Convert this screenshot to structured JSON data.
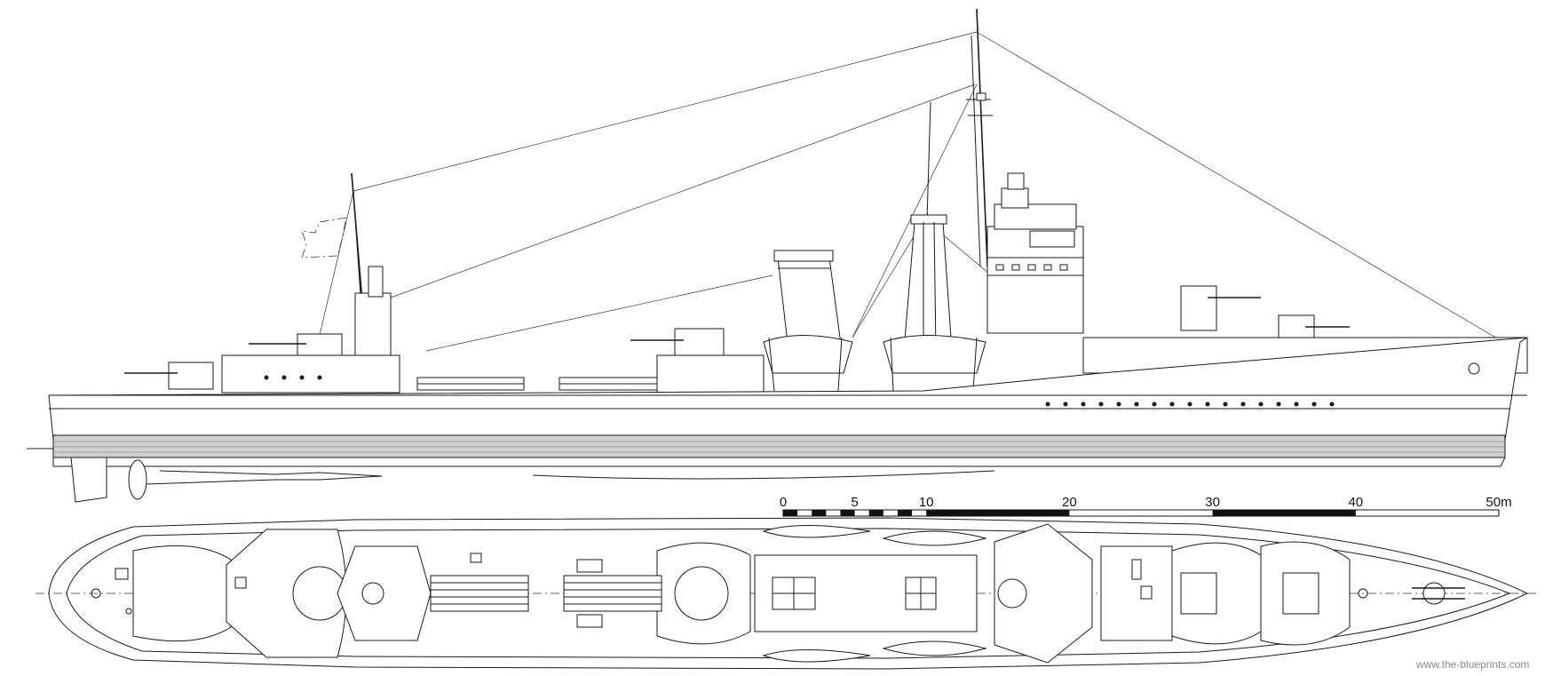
{
  "scale_bar": {
    "ticks": [
      {
        "value": 0,
        "label": "0"
      },
      {
        "value": 5,
        "label": "5"
      },
      {
        "value": 10,
        "label": "10"
      },
      {
        "value": 20,
        "label": "20"
      },
      {
        "value": 30,
        "label": "30"
      },
      {
        "value": 40,
        "label": "40"
      },
      {
        "value": 50,
        "label": "50m"
      }
    ]
  },
  "credit": "www.the-blueprints.com"
}
